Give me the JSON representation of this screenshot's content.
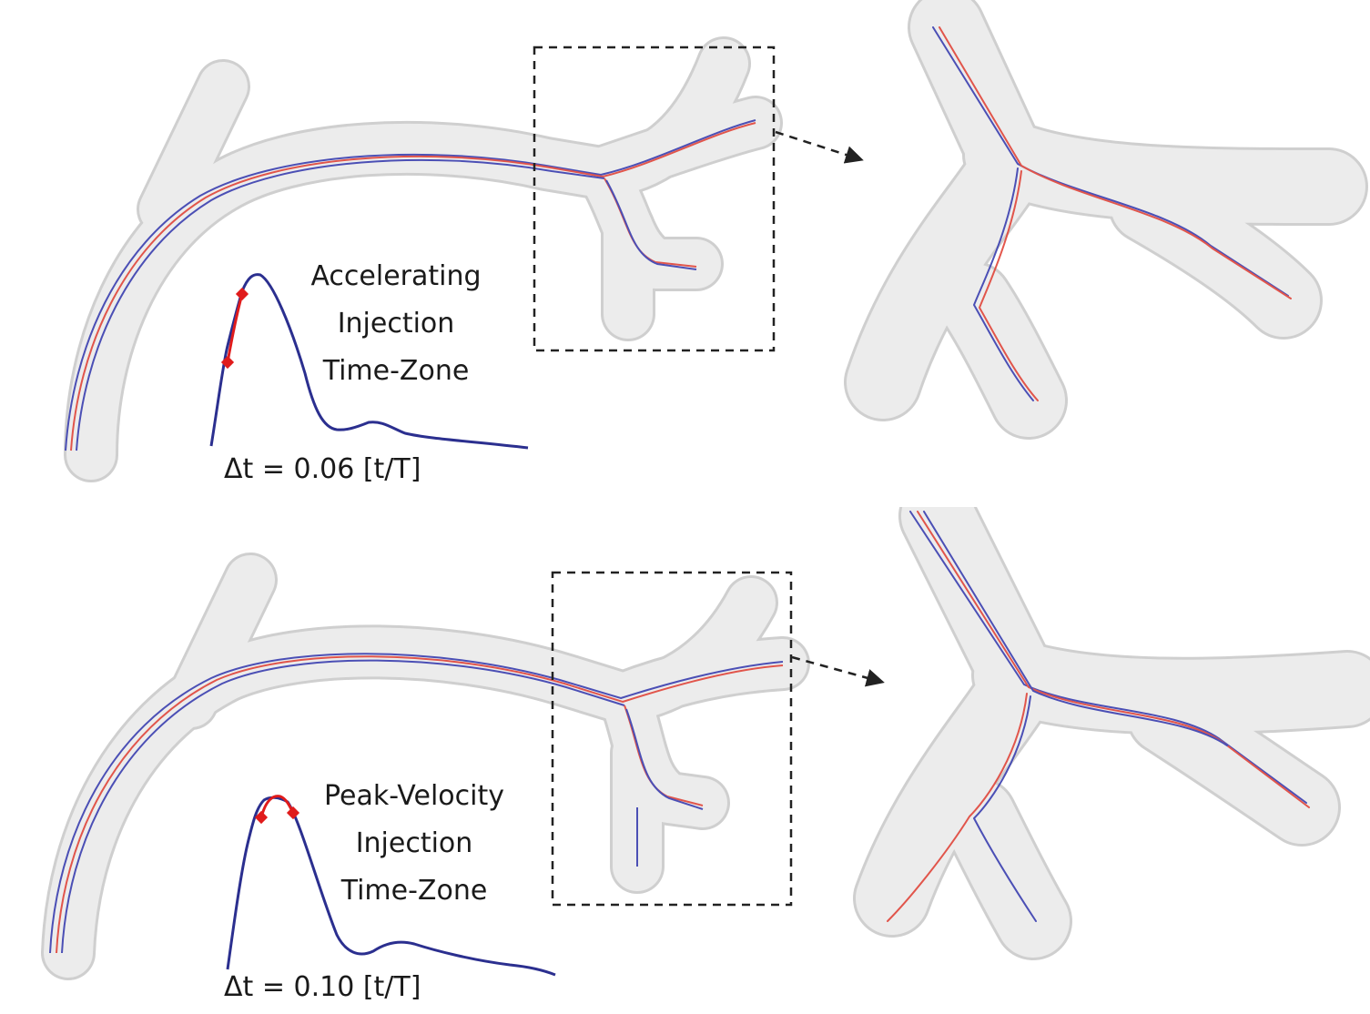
{
  "panels": [
    {
      "zone_lines": [
        "Accelerating",
        "Injection",
        "Time-Zone"
      ],
      "delta_t": "Δt = 0.06 [t/T]"
    },
    {
      "zone_lines": [
        "Peak-Velocity",
        "Injection",
        "Time-Zone"
      ],
      "delta_t": "Δt = 0.10 [t/T]"
    }
  ],
  "colors": {
    "vessel_fill": "#ececec",
    "vessel_edge": "#cfcfcf",
    "pathline_blue": "#3a3fb0",
    "pathline_red": "#e0453a",
    "waveform": "#2b2f8f",
    "injection_highlight": "#e01b1b",
    "dashed_box": "#222222"
  }
}
